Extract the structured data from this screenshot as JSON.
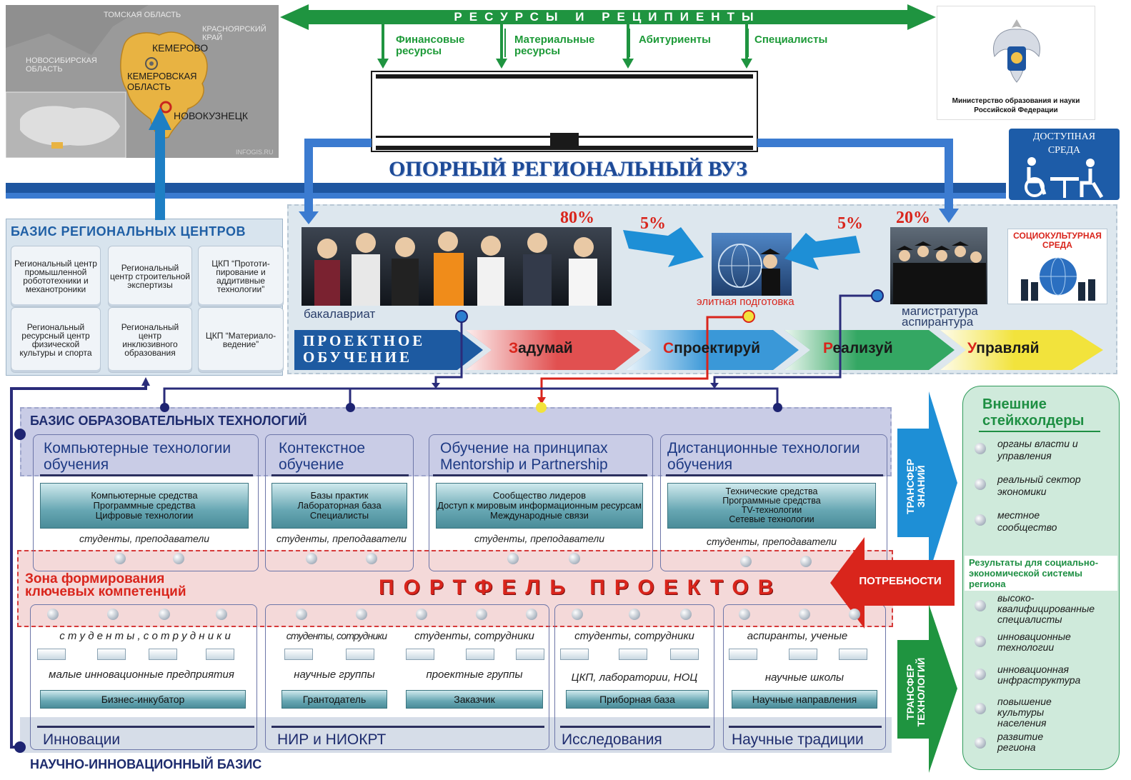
{
  "map": {
    "regions": [
      "Томская область",
      "Красноярский край",
      "Новосибирская область"
    ],
    "region_main": "Кемеровская область",
    "cities": [
      "Кемерово",
      "Новокузнецк"
    ],
    "source": "INFOGIS.RU",
    "colors": {
      "region": "#e8b342",
      "background": "#8d8d8d"
    }
  },
  "resources": {
    "title": "РЕСУРСЫ И РЕЦИПИЕНТЫ",
    "items": [
      {
        "line1": "Финансовые",
        "line2": "ресурсы"
      },
      {
        "line1": "Материальные",
        "line2": "ресурсы"
      },
      {
        "line1": "Абитуриенты",
        "line2": ""
      },
      {
        "line1": "Специалисты",
        "line2": ""
      }
    ]
  },
  "ministry": {
    "line1": "Министерство образования и науки",
    "line2": "Российской Федерации",
    "icon": "emblem-icon"
  },
  "university": {
    "title": "ОПОРНЫЙ РЕГИОНАЛЬНЫЙ ВУЗ"
  },
  "accessible": {
    "line1": "ДОСТУПНАЯ",
    "line2": "СРЕДА",
    "icon": "wheelchair-icon"
  },
  "regional_centers": {
    "title": "БАЗИС РЕГИОНАЛЬНЫХ ЦЕНТРОВ",
    "items": [
      "Региональный центр промышленной робототехники и механотроники",
      "Региональный центр строительной экспертизы",
      "ЦКП “Прототи-пирование и аддитивные технологии”",
      "Региональный ресурсный центр физической культуры и спорта",
      "Региональный центр инклюзивного образования",
      "ЦКП “Материало-ведение”"
    ]
  },
  "pipeline": {
    "pct_bachelor": "80%",
    "pct_left": "5%",
    "pct_right": "5%",
    "pct_master": "20%",
    "bachelor": "бакалавриат",
    "elite": "элитная подготовка",
    "master_l1": "магистратура",
    "master_l2": "аспирантура",
    "socio_l1": "СОЦИОКУЛЬТУРНАЯ",
    "socio_l2": "СРЕДА"
  },
  "project_learning": {
    "title_l1": "ПРОЕКТНОЕ",
    "title_l2": "ОБУЧЕНИЕ",
    "stages": [
      {
        "first": "З",
        "rest": "адумай"
      },
      {
        "first": "С",
        "rest": "проектируй"
      },
      {
        "first": "Р",
        "rest": "еализуй"
      },
      {
        "first": "У",
        "rest": "правляй"
      }
    ]
  },
  "edu_tech": {
    "title": "БАЗИС ОБРАЗОВАТЕЛЬНЫХ ТЕХНОЛОГИЙ",
    "columns": [
      {
        "title_l1": "Компьютерные технологии",
        "title_l2": "обучения",
        "box": [
          "Компьютерные средства",
          "Программные средства",
          "Цифровые технологии"
        ],
        "people": "студенты, преподаватели"
      },
      {
        "title_l1": "Контекстное",
        "title_l2": "обучение",
        "box": [
          "Базы практик",
          "Лабораторная база",
          "Специалисты"
        ],
        "people": "студенты, преподаватели"
      },
      {
        "title_l1": "Обучение на принципах",
        "title_l2": "Mentorship и Partnership",
        "box": [
          "Сообщество лидеров",
          "Доступ к мировым информационным ресурсам",
          "Международные связи"
        ],
        "people": "студенты, преподаватели"
      },
      {
        "title_l1": "Дистанционные технологии",
        "title_l2": "обучения",
        "box": [
          "Технические средства",
          "Программные средства",
          "TV-технологии",
          "Сетевые технологии"
        ],
        "people": "студенты, преподаватели"
      }
    ]
  },
  "zone": {
    "line1": "Зона формирования",
    "line2": "ключевых компетенций",
    "portfolio": "ПОРТФЕЛЬ ПРОЕКТОВ"
  },
  "needs": "ПОТРЕБНОСТИ",
  "transfer_knowledge": {
    "l1": "ТРАНСФЕР",
    "l2": "ЗНАНИЙ"
  },
  "transfer_tech": {
    "l1": "ТРАНСФЕР",
    "l2": "ТЕХНОЛОГИЙ"
  },
  "science": {
    "title": "НАУЧНО-ИННОВАЦИОННЫЙ БАЗИС",
    "columns": [
      {
        "people": "с т у д е н т ы ,   с о т р у д н и к и",
        "groups": "малые инновационные предприятия",
        "box": "Бизнес-инкубатор",
        "bottom": "Инновации"
      },
      {
        "people_a": "студенты, сотрудники",
        "groups_a": "научные группы",
        "box_a": "Грантодатель",
        "people_b": "студенты, сотрудники",
        "groups_b": "проектные группы",
        "box_b": "Заказчик",
        "bottom": "НИР и НИОКРТ"
      },
      {
        "people": "студенты, сотрудники",
        "groups": "ЦКП, лаборатории, НОЦ",
        "box": "Приборная база",
        "bottom": "Исследования"
      },
      {
        "people": "аспиранты, ученые",
        "groups": "научные школы",
        "box": "Научные направления",
        "bottom": "Научные традиции"
      }
    ]
  },
  "stakeholders": {
    "title_l1": "Внешние",
    "title_l2": "стейкхолдеры",
    "items": [
      {
        "l1": "органы власти и",
        "l2": "управления"
      },
      {
        "l1": "реальный сектор",
        "l2": "экономики"
      },
      {
        "l1": "местное",
        "l2": "сообщество"
      }
    ],
    "results_title": "Результаты для социально-экономической системы региона",
    "results": [
      {
        "l1": "высоко-",
        "l2": "квалифицированные",
        "l3": "специалисты"
      },
      {
        "l1": "инновационные",
        "l2": "технологии",
        "l3": ""
      },
      {
        "l1": "инновационная",
        "l2": "инфраструктура",
        "l3": ""
      },
      {
        "l1": "повышение",
        "l2": "культуры",
        "l3": "населения"
      },
      {
        "l1": "развитие",
        "l2": "региона",
        "l3": ""
      }
    ]
  }
}
